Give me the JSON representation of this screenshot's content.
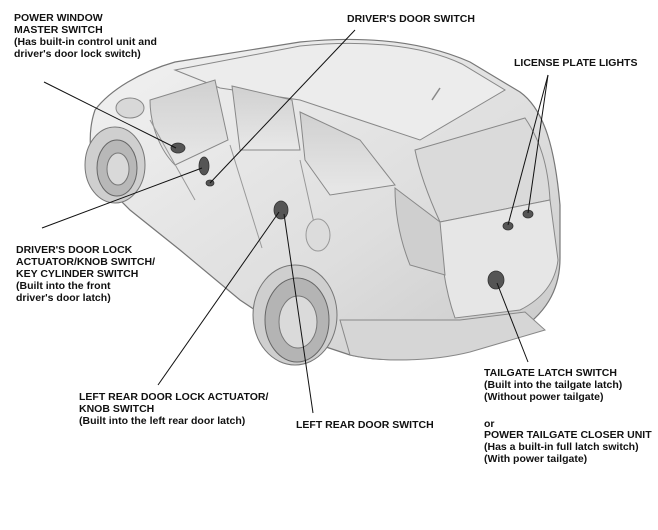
{
  "callouts": {
    "power_window_master_switch": [
      "POWER WINDOW",
      "MASTER SWITCH",
      "(Has built-in control unit and",
      "driver's door lock switch)"
    ],
    "drivers_door_switch": [
      "DRIVER'S DOOR SWITCH"
    ],
    "license_plate_lights": [
      "LICENSE PLATE LIGHTS"
    ],
    "drivers_door_lock_actuator": [
      "DRIVER'S DOOR LOCK",
      "ACTUATOR/KNOB SWITCH/",
      "KEY CYLINDER SWITCH",
      "(Built into the front",
      "driver's door latch)"
    ],
    "left_rear_door_lock_actuator": [
      "LEFT REAR DOOR LOCK ACTUATOR/",
      "KNOB SWITCH",
      "(Built into the left rear door latch)"
    ],
    "left_rear_door_switch": [
      "LEFT REAR DOOR SWITCH"
    ],
    "tailgate_latch_switch": [
      "TAILGATE LATCH SWITCH",
      "(Built into the tailgate latch)",
      "(Without power tailgate)"
    ],
    "or_separator": [
      "or"
    ],
    "power_tailgate_closer_unit": [
      "POWER TAILGATE CLOSER UNIT",
      "(Has a built-in full latch switch)",
      "(With power tailgate)"
    ]
  },
  "colors": {
    "body_fill": "#e4e4e4",
    "body_stroke": "#777777",
    "line": "#111111",
    "component": "#555555"
  }
}
